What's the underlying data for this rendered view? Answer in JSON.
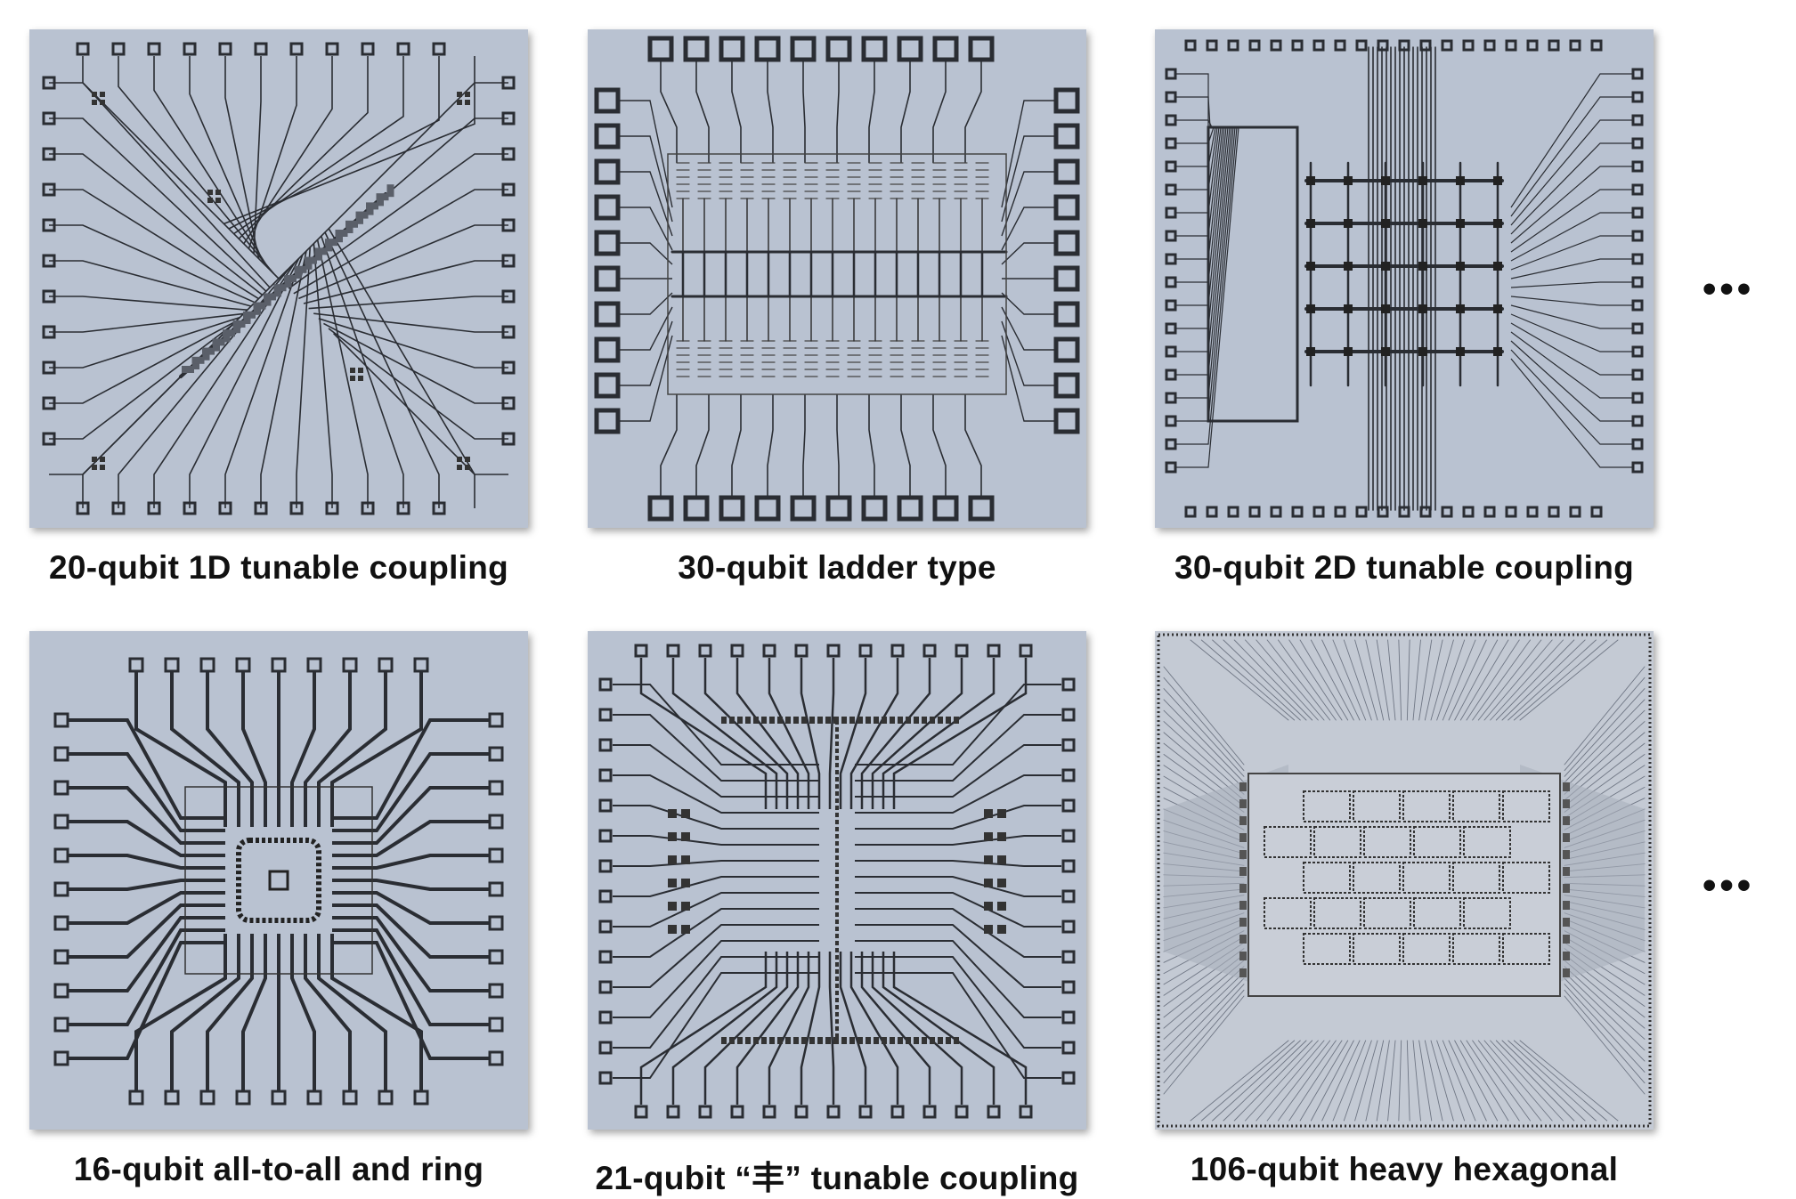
{
  "chips": [
    {
      "caption": "20-qubit 1D tunable coupling"
    },
    {
      "caption": "30-qubit ladder type"
    },
    {
      "caption": "30-qubit 2D tunable coupling"
    },
    {
      "caption": "16-qubit all-to-all and ring"
    },
    {
      "caption": "21-qubit “丰” tunable coupling"
    },
    {
      "caption": "106-qubit heavy hexagonal"
    }
  ],
  "ellipsis": [
    "•••",
    "•••"
  ],
  "colors": {
    "substrate": "#b9c2d1",
    "metal": "#2a2d33"
  }
}
